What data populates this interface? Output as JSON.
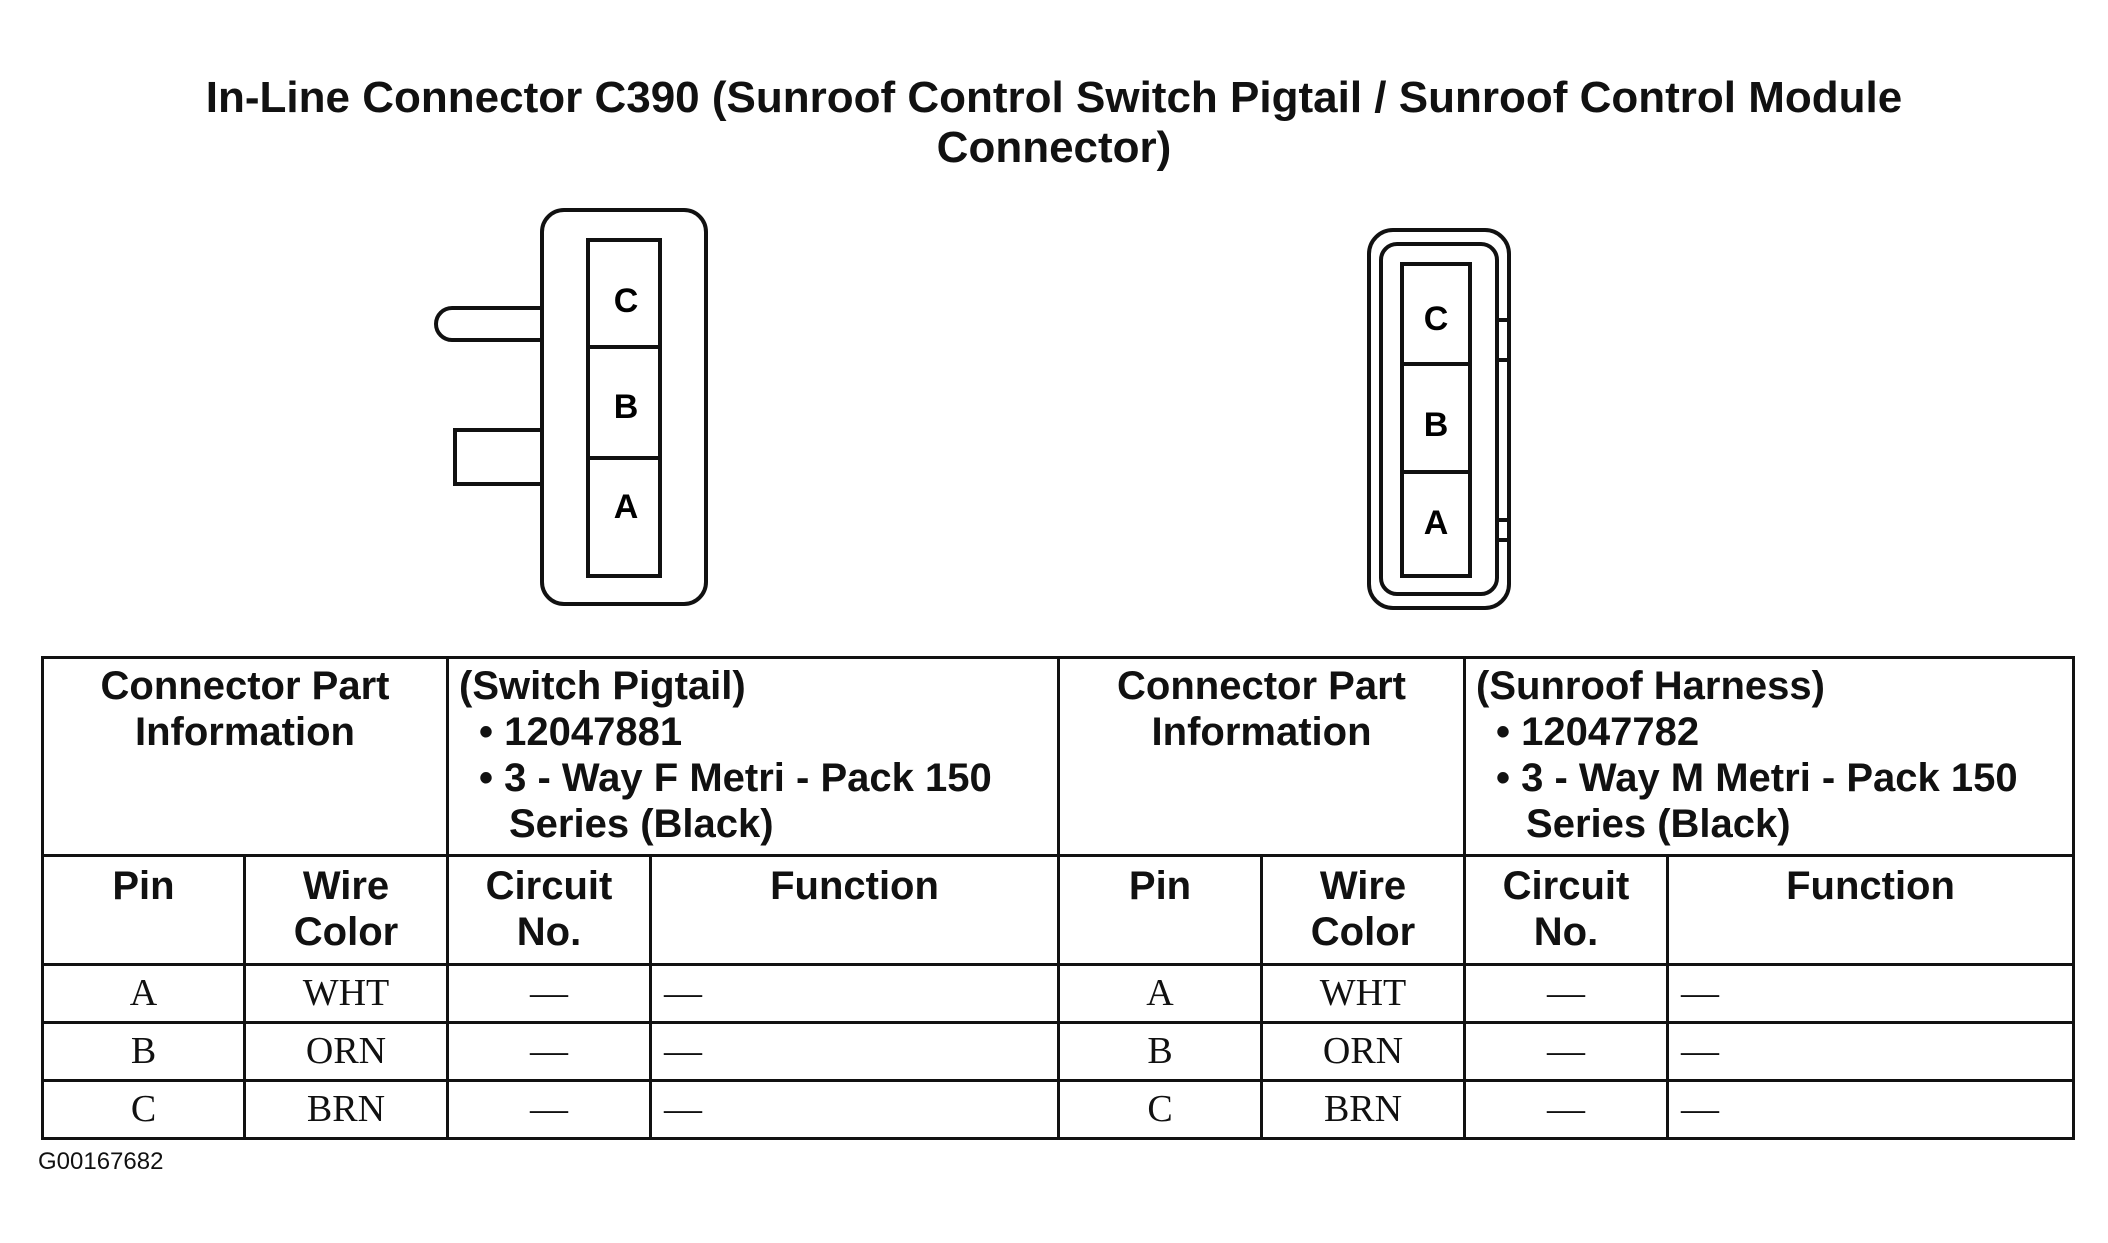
{
  "title_line1": "In-Line Connector C390 (Sunroof Control Switch Pigtail / Sunroof Control Module",
  "title_line2": "Connector)",
  "connector_left": {
    "cavities": [
      "C",
      "B",
      "A"
    ]
  },
  "connector_right": {
    "cavities": [
      "C",
      "B",
      "A"
    ]
  },
  "table": {
    "left": {
      "part_info_label_1": "Connector Part",
      "part_info_label_2": "Information",
      "desc_heading": "(Switch Pigtail)",
      "desc_bullet_1": "• 12047881",
      "desc_bullet_2": "• 3 - Way F Metri - Pack 150 Series (Black)"
    },
    "right": {
      "part_info_label_1": "Connector Part",
      "part_info_label_2": "Information",
      "desc_heading": "(Sunroof Harness)",
      "desc_bullet_1": "• 12047782",
      "desc_bullet_2": "• 3 - Way M Metri - Pack 150 Series (Black)"
    },
    "columns": {
      "pin": "Pin",
      "wire_color_1": "Wire",
      "wire_color_2": "Color",
      "circuit_1": "Circuit",
      "circuit_2": "No.",
      "function": "Function"
    },
    "rows": [
      {
        "pin": "A",
        "wire": "WHT",
        "circuit": "—",
        "function": "—"
      },
      {
        "pin": "B",
        "wire": "ORN",
        "circuit": "—",
        "function": "—"
      },
      {
        "pin": "C",
        "wire": "BRN",
        "circuit": "—",
        "function": "—"
      }
    ]
  },
  "footnote": "G00167682"
}
